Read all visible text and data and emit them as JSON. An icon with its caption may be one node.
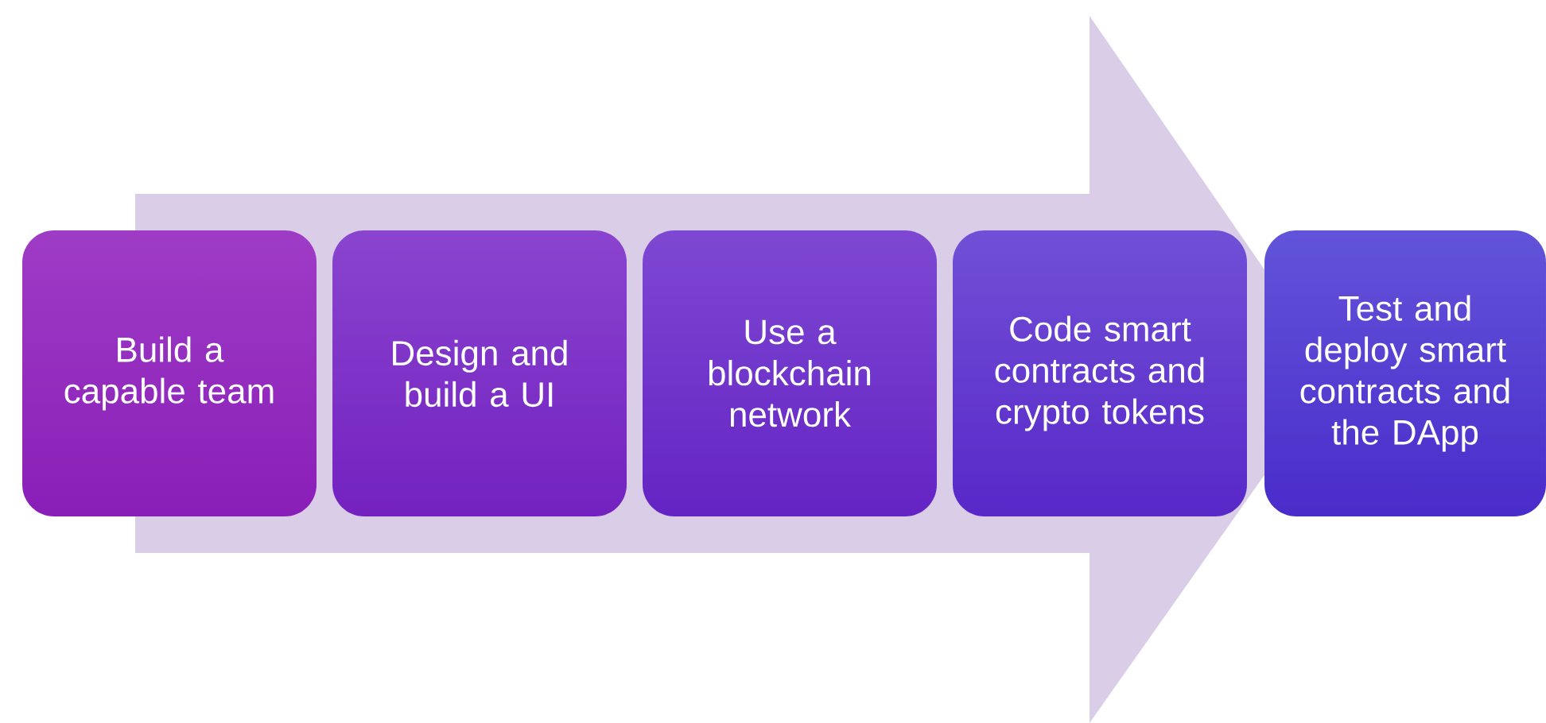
{
  "diagram": {
    "nodes": [
      {
        "text": [
          "Build a capable team"
        ]
      },
      {
        "text": [
          "Design and build a UI"
        ]
      },
      {
        "text": [
          "Use a blockchain network"
        ]
      },
      {
        "text": [
          "Code smart contracts and crypto tokens"
        ]
      },
      {
        "text": [
          "Test and deploy smart contracts and the DApp"
        ]
      }
    ],
    "edges": [
      {
        "from": 0,
        "to": 4,
        "arrow": "to"
      }
    ]
  }
}
